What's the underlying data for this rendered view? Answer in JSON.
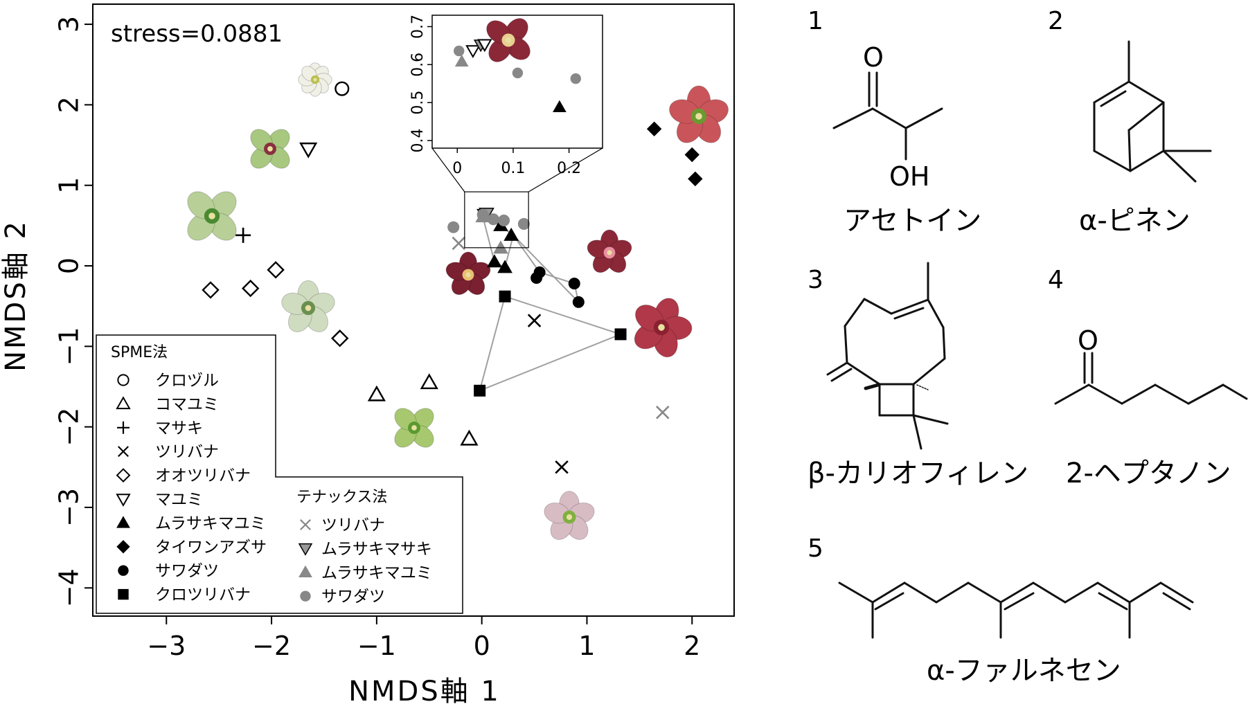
{
  "chart_data": {
    "type": "scatter",
    "title": "",
    "annotation": "stress=0.0881",
    "xlabel": "NMDS軸 1",
    "ylabel": "NMDS軸 2",
    "xlim": [
      -3.7,
      2.4
    ],
    "ylim": [
      -4.35,
      3.25
    ],
    "xticks": [
      -3,
      -2,
      -1,
      0,
      1,
      2
    ],
    "yticks": [
      -4,
      -3,
      -2,
      -1,
      0,
      1,
      2,
      3
    ],
    "xtick_labels": [
      "−3",
      "−2",
      "−1",
      "0",
      "1",
      "2"
    ],
    "ytick_labels": [
      "−4",
      "−3",
      "−2",
      "−1",
      "0",
      "1",
      "2",
      "3"
    ],
    "grid": false,
    "legend_position": "bottom-left",
    "legend_groups": [
      {
        "title": "SPME法",
        "entries": [
          "クロヅル",
          "コマユミ",
          "マサキ",
          "ツリバナ",
          "オオツリバナ",
          "マユミ",
          "ムラサキマユミ",
          "タイワンアズサ",
          "サワダツ",
          "クロツリバナ"
        ]
      },
      {
        "title": "テナックス法",
        "entries": [
          "ツリバナ",
          "ムラサキマサキ",
          "ムラサキマユミ",
          "サワダツ"
        ]
      }
    ],
    "series": [
      {
        "name": "クロヅル",
        "method": "SPME法",
        "marker": "circle-open",
        "color": "#000000",
        "points": [
          [
            -1.33,
            2.2
          ]
        ]
      },
      {
        "name": "コマユミ",
        "method": "SPME法",
        "marker": "triangle-open",
        "color": "#000000",
        "points": [
          [
            -0.5,
            -1.45
          ],
          [
            -1.0,
            -1.6
          ],
          [
            -0.12,
            -2.15
          ]
        ]
      },
      {
        "name": "マサキ",
        "method": "SPME法",
        "marker": "plus",
        "color": "#000000",
        "points": [
          [
            -2.27,
            0.38
          ]
        ]
      },
      {
        "name": "ツリバナ",
        "method": "SPME法",
        "marker": "cross",
        "color": "#000000",
        "points": [
          [
            0.5,
            -0.68
          ],
          [
            0.76,
            -2.5
          ]
        ]
      },
      {
        "name": "オオツリバナ",
        "method": "SPME法",
        "marker": "diamond-open",
        "color": "#000000",
        "points": [
          [
            -2.58,
            -0.3
          ],
          [
            -2.2,
            -0.28
          ],
          [
            -1.96,
            -0.05
          ],
          [
            -1.35,
            -0.9
          ]
        ]
      },
      {
        "name": "マユミ",
        "method": "SPME法",
        "marker": "triangle-down-open",
        "color": "#000000",
        "points": [
          [
            -1.65,
            1.45
          ]
        ]
      },
      {
        "name": "ムラサキマユミ",
        "method": "SPME法",
        "marker": "triangle-filled",
        "color": "#000000",
        "points": [
          [
            0.18,
            0.5
          ],
          [
            0.28,
            0.38
          ],
          [
            0.12,
            0.05
          ],
          [
            0.22,
            -0.02
          ]
        ]
      },
      {
        "name": "タイワンアズサ",
        "method": "SPME法",
        "marker": "diamond-filled",
        "color": "#000000",
        "points": [
          [
            1.64,
            1.7
          ],
          [
            2.0,
            1.38
          ],
          [
            2.03,
            1.08
          ]
        ]
      },
      {
        "name": "サワダツ",
        "method": "SPME法",
        "marker": "circle-filled",
        "color": "#000000",
        "points": [
          [
            0.52,
            -0.15
          ],
          [
            0.55,
            -0.08
          ],
          [
            0.88,
            -0.22
          ],
          [
            0.92,
            -0.45
          ]
        ]
      },
      {
        "name": "クロツリバナ",
        "method": "SPME法",
        "marker": "square-filled",
        "color": "#000000",
        "points": [
          [
            0.22,
            -0.38
          ],
          [
            1.32,
            -0.85
          ],
          [
            -0.02,
            -1.55
          ]
        ]
      },
      {
        "name": "ツリバナ",
        "method": "テナックス法",
        "marker": "cross",
        "color": "#888888",
        "points": [
          [
            -0.22,
            0.28
          ],
          [
            1.72,
            -1.82
          ]
        ]
      },
      {
        "name": "ムラサキマサキ",
        "method": "テナックス法",
        "marker": "triangle-down-filled",
        "color": "#999999",
        "points": [
          [
            0.025,
            0.635
          ],
          [
            0.045,
            0.65
          ]
        ]
      },
      {
        "name": "ムラサキマユミ",
        "method": "テナックス法",
        "marker": "triangle-filled",
        "color": "#888888",
        "points": [
          [
            0.01,
            0.61
          ],
          [
            0.18,
            0.22
          ]
        ]
      },
      {
        "name": "サワダツ",
        "method": "テナックス法",
        "marker": "circle-filled",
        "color": "#888888",
        "points": [
          [
            0.01,
            0.635
          ],
          [
            0.11,
            0.578
          ],
          [
            0.21,
            0.563
          ],
          [
            -0.27,
            0.48
          ],
          [
            0.4,
            0.52
          ]
        ]
      }
    ],
    "hulls": [
      {
        "color": "#a0a0a0",
        "points": [
          [
            0.0,
            0.66
          ],
          [
            0.3,
            0.38
          ],
          [
            0.22,
            -0.02
          ],
          [
            0.12,
            0.05
          ]
        ]
      },
      {
        "color": "#a0a0a0",
        "points": [
          [
            0.3,
            0.38
          ],
          [
            0.92,
            -0.45
          ],
          [
            0.88,
            -0.22
          ],
          [
            0.55,
            -0.08
          ]
        ]
      },
      {
        "color": "#a0a0a0",
        "points": [
          [
            0.22,
            -0.38
          ],
          [
            1.32,
            -0.85
          ],
          [
            -0.02,
            -1.55
          ]
        ]
      }
    ],
    "inset": {
      "xlim": [
        -0.045,
        0.26
      ],
      "ylim": [
        0.38,
        0.73
      ],
      "xticks": [
        0,
        0.1,
        0.2
      ],
      "yticks": [
        0.4,
        0.5,
        0.6,
        0.7
      ],
      "xtick_labels": [
        "0",
        "0.1",
        "0.2"
      ],
      "ytick_labels": [
        "0.4",
        "0.5",
        "0.6",
        "0.7"
      ],
      "points": [
        {
          "marker": "circle-filled",
          "color": "#888888",
          "x": 0.003,
          "y": 0.636
        },
        {
          "marker": "triangle-filled",
          "color": "#888888",
          "x": 0.008,
          "y": 0.608
        },
        {
          "marker": "triangle-down-open",
          "color": "#000000",
          "x": 0.028,
          "y": 0.637
        },
        {
          "marker": "triangle-down-filled",
          "color": "#999999",
          "x": 0.042,
          "y": 0.652
        },
        {
          "marker": "triangle-down-open",
          "color": "#000000",
          "x": 0.049,
          "y": 0.653
        },
        {
          "marker": "circle-filled",
          "color": "#888888",
          "x": 0.108,
          "y": 0.578
        },
        {
          "marker": "circle-filled",
          "color": "#888888",
          "x": 0.212,
          "y": 0.563
        },
        {
          "marker": "triangle-filled",
          "color": "#000000",
          "x": 0.183,
          "y": 0.488
        }
      ]
    }
  },
  "compounds": [
    {
      "number": "1",
      "name": "アセトイン",
      "atom_labels": [
        "O",
        "OH"
      ]
    },
    {
      "number": "2",
      "name": "α-ピネン",
      "atom_labels": []
    },
    {
      "number": "3",
      "name": "β-カリオフィレン",
      "atom_labels": []
    },
    {
      "number": "4",
      "name": "2-ヘプタノン",
      "atom_labels": [
        "O"
      ]
    },
    {
      "number": "5",
      "name": "α-ファルネセン",
      "atom_labels": []
    }
  ],
  "colors": {
    "axis": "#000000",
    "hull": "#a0a0a0",
    "tenax_gray": "#888888",
    "flower_red": "#c9555a",
    "flower_dark": "#7a2030",
    "flower_green": "#a8c878",
    "flower_white": "#e8ecdc",
    "flower_pink": "#d8b8c0"
  }
}
